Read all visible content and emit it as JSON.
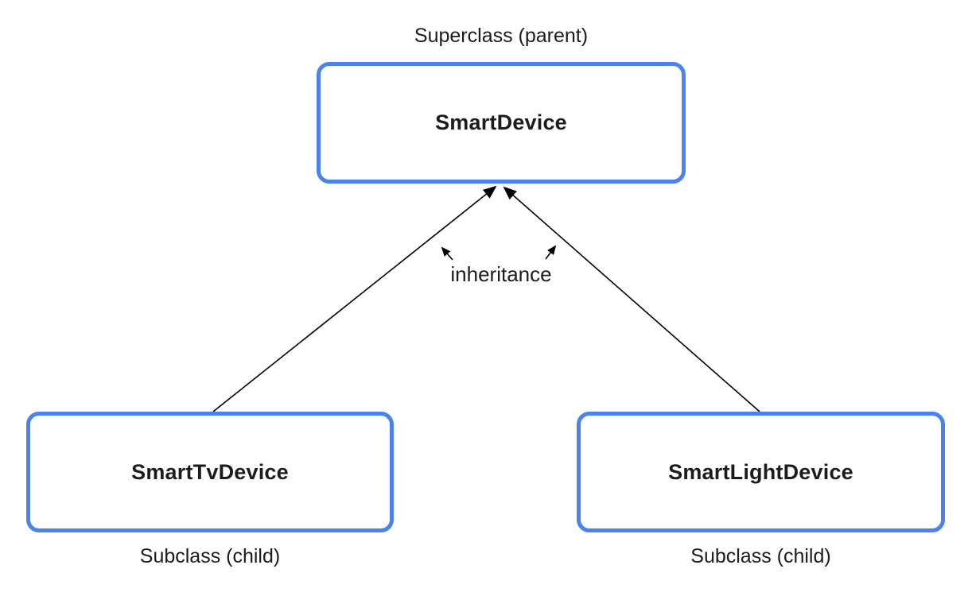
{
  "diagram": {
    "superclass_caption": "Superclass (parent)",
    "superclass_name": "SmartDevice",
    "inheritance_label": "inheritance",
    "subclasses": [
      {
        "name": "SmartTvDevice",
        "caption": "Subclass (child)"
      },
      {
        "name": "SmartLightDevice",
        "caption": "Subclass (child)"
      }
    ],
    "colors": {
      "box_border": "#4a82ee",
      "box_fill": "#ffffff",
      "connector": "#000000",
      "text": "#1c1c1c",
      "background": "#ffffff"
    }
  }
}
